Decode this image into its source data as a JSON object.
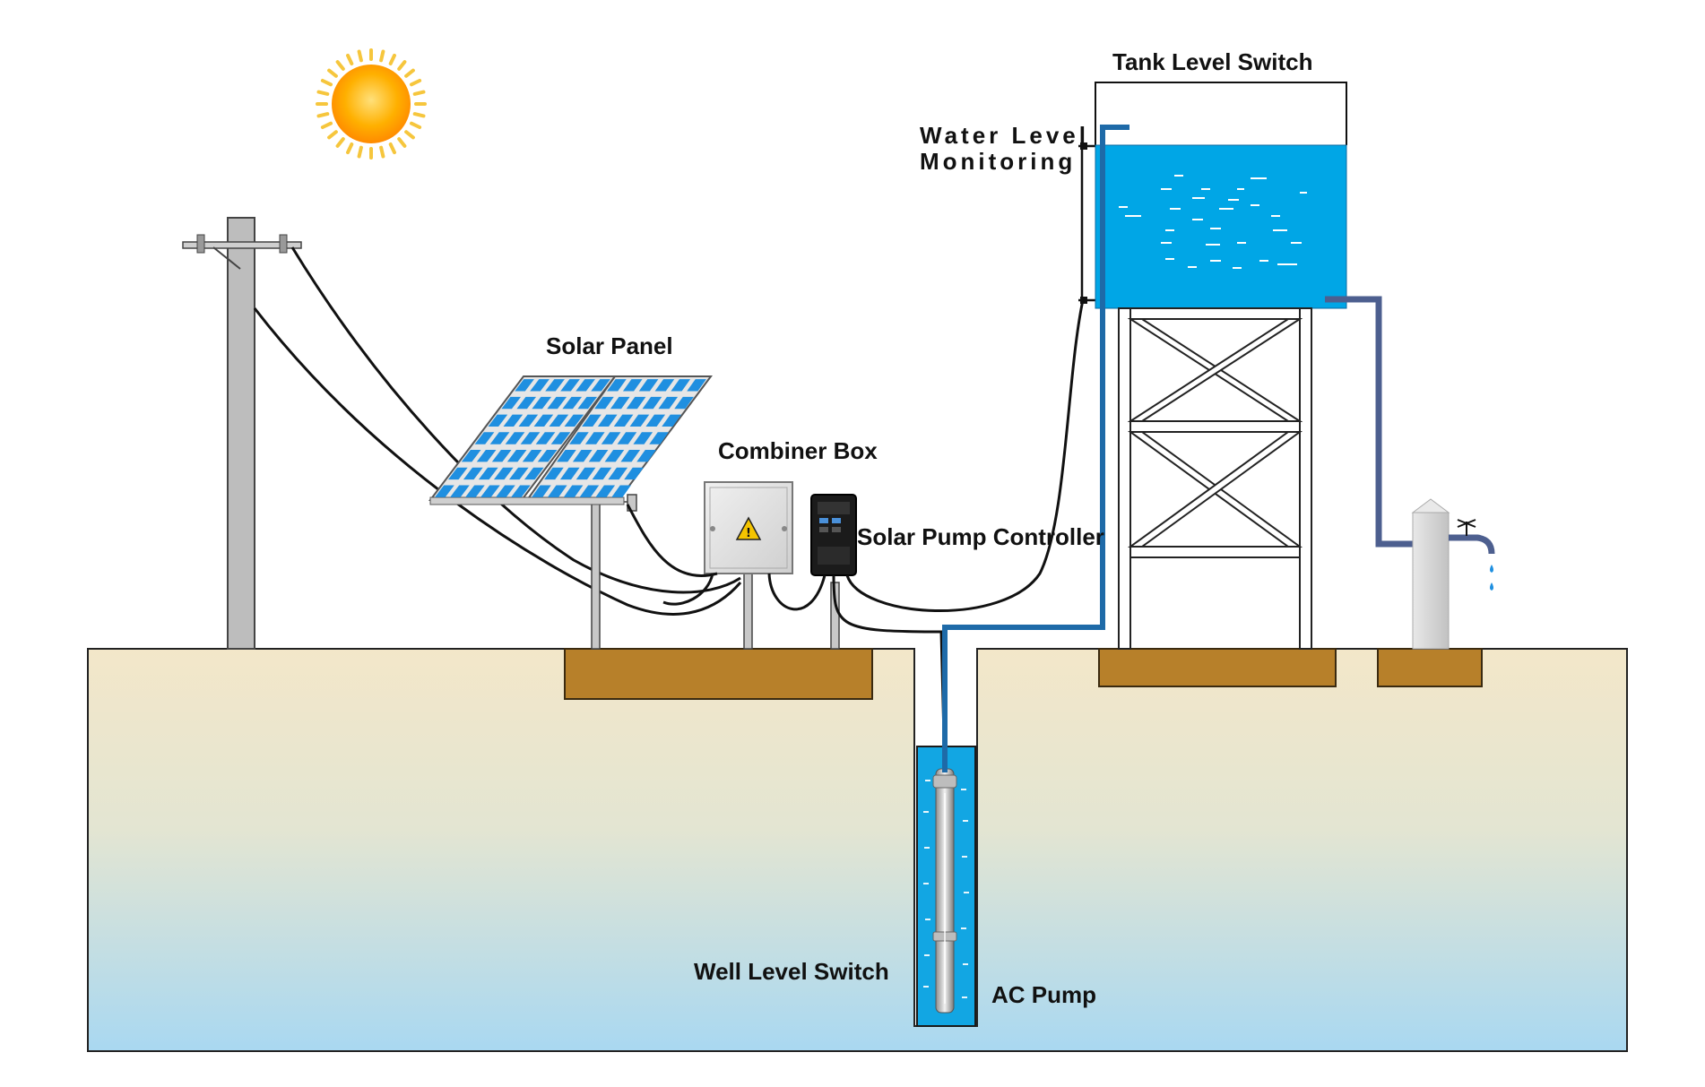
{
  "labels": {
    "tank_level_switch": "Tank Level Switch",
    "water_level_monitoring_line1": "Water Level",
    "water_level_monitoring_line2": "Monitoring",
    "solar_panel": "Solar Panel",
    "combiner_box": "Combiner Box",
    "solar_pump_controller": "Solar Pump Controller",
    "well_level_switch": "Well Level Switch",
    "ac_pump": "AC Pump"
  },
  "colors": {
    "ground_top": "#f3e7c9",
    "ground_bottom": "#a9d8f1",
    "tank_water": "#00a6e6",
    "footing": "#b7802a",
    "pipe_blue": "#1e6aa8",
    "pipe_slate": "#4d5f8f",
    "panel_cell": "#1f8fe0",
    "pole": "#bdbdbd"
  },
  "icons": {
    "sun": "sun-icon",
    "faucet": "faucet-icon",
    "warning": "warning-icon"
  }
}
